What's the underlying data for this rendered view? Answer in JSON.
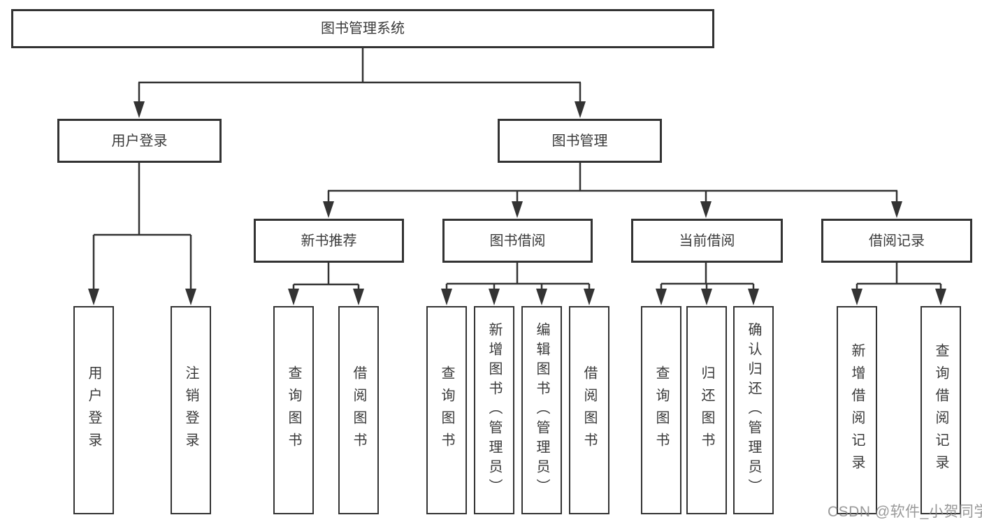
{
  "diagram": {
    "root": {
      "label": "图书管理系统"
    },
    "branches": [
      {
        "label": "用户登录",
        "children": [
          {
            "label": "用户登录"
          },
          {
            "label": "注销登录"
          }
        ]
      },
      {
        "label": "图书管理",
        "children": [
          {
            "label": "新书推荐",
            "children": [
              {
                "label": "查询图书"
              },
              {
                "label": "借阅图书"
              }
            ]
          },
          {
            "label": "图书借阅",
            "children": [
              {
                "label": "查询图书"
              },
              {
                "label": "新增图书（管理员）"
              },
              {
                "label": "编辑图书（管理员）"
              },
              {
                "label": "借阅图书"
              }
            ]
          },
          {
            "label": "当前借阅",
            "children": [
              {
                "label": "查询图书"
              },
              {
                "label": "归还图书"
              },
              {
                "label": "确认归还（管理员）"
              }
            ]
          },
          {
            "label": "借阅记录",
            "children": [
              {
                "label": "新增借阅记录"
              },
              {
                "label": "查询借阅记录"
              }
            ]
          }
        ]
      }
    ]
  },
  "colors": {
    "line": "#333333",
    "text": "#3a3a3a",
    "background": "#ffffff",
    "watermark": "#828282"
  },
  "watermark": "CSDN @软件_小贺同学"
}
